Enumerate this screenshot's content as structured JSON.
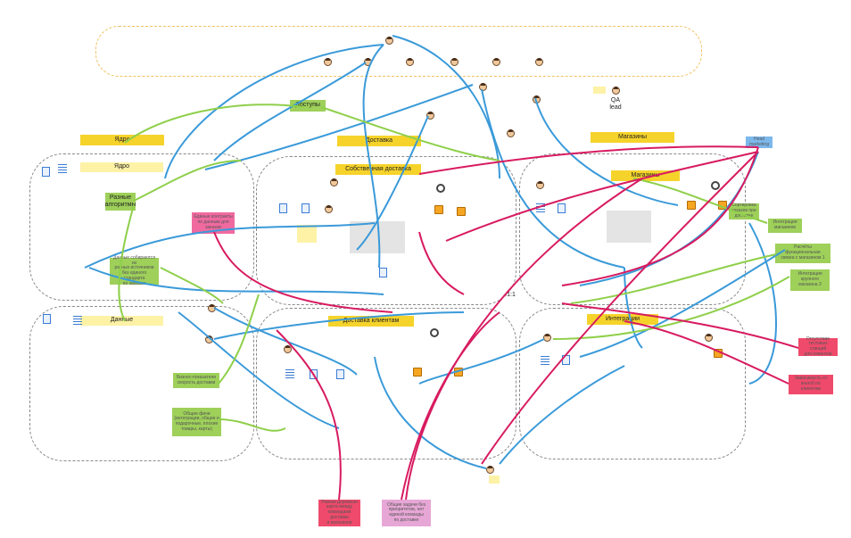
{
  "labels": {
    "top_bar_1": "Ядро",
    "top_bar_2": "Доставка",
    "top_bar_3": "Магазины",
    "section_core": "Ядро",
    "section_own_delivery": "Собственная доставка",
    "section_data": "Данные",
    "section_customer_delivery": "Доставка клиентам",
    "section_integrations": "Интеграции",
    "section_shops": "Магазины",
    "qa_lead": "QA\nlead",
    "accesses": "Доступы",
    "different_algorithms": "Разные\nалгоритмы",
    "business_track": "Бизнес-показатели\nскорость доставки",
    "common_funcs": "Общие фичи\n(интеграции, общие и\nподарочные, плохие\nтовары, карты)",
    "head_of_marketing": "Head\nmarketing",
    "integration_shops": "Интеграция\nмагазинов",
    "integration_large_shop_2": "Интеграция\nкрупного\nмагазина 2",
    "rasc_work": "Расчёты\nфункциональная\nсвязка с магазином 1",
    "sort_stock": "Сортировка\nзаказов при\nдоставке",
    "absent_stations": "Отсутствие\nтестовых станций\nдля клиентов",
    "depend_claims": "Зависимость от\nжалоб по\nклиентам",
    "note_pink_core": "Единые контракты\nпо данным для\nзаказов",
    "note_bottom_red": "Разная дорожная\nкарта между\nкомандами доставки\nи магазинов",
    "note_bottom_lilac": "Общие задачи без\nприоритетов, нет\nединой команды\nпо доставке",
    "one_on_one": "1:1",
    "green_note_data": "Данные собираются из\nразных источников\nбез единого стандарта\nпо заказам"
  },
  "colors": {
    "blue_link": "#3a9ad9",
    "green_link": "#8fcf4a",
    "pink_link": "#d81b60",
    "zone_border": "#8a8a8a",
    "top_zone_border": "#f0c060"
  },
  "icons": [
    "avatar-icon",
    "document-icon",
    "box-icon",
    "target-icon",
    "list-icon"
  ]
}
